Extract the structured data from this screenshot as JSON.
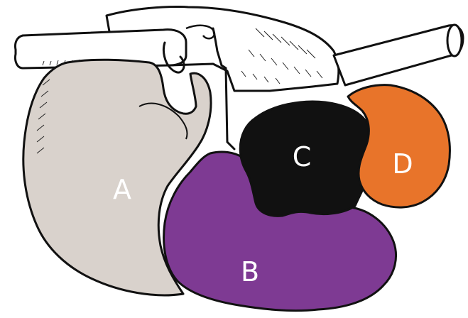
{
  "diagram": {
    "labels": {
      "a": "A",
      "b": "B",
      "c": "C",
      "d": "D"
    },
    "colors": {
      "background": "#ffffff",
      "outline": "#111111",
      "region_a": "#d9d2cc",
      "region_b": "#7e3a93",
      "region_c": "#111111",
      "region_d": "#e8742a",
      "label_text": "#ffffff"
    }
  }
}
